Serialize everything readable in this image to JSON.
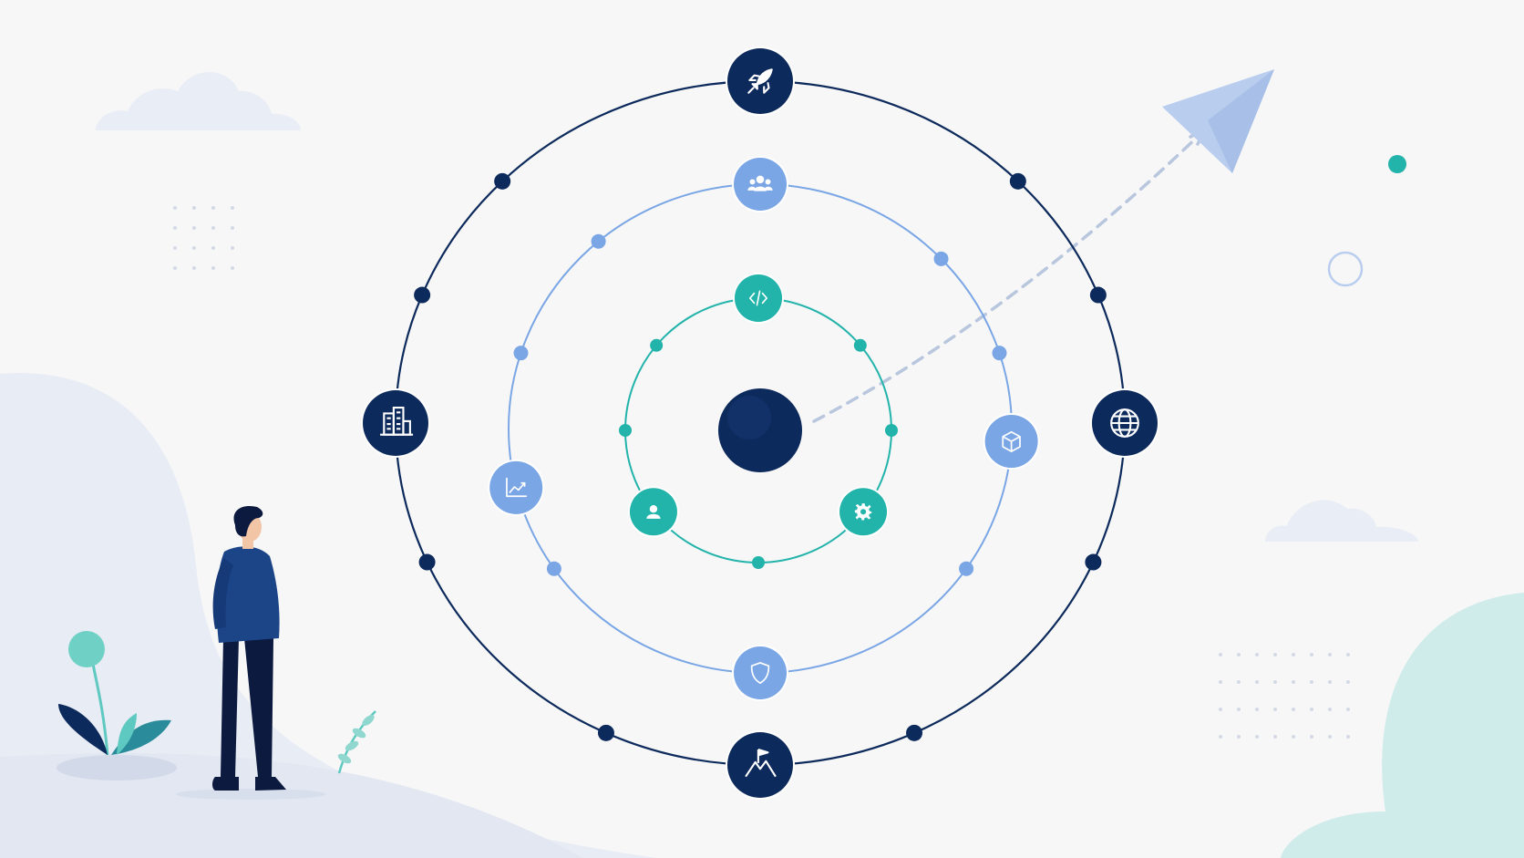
{
  "colors": {
    "background": "#f7f7f7",
    "navy": "#0d2a5c",
    "light_blue": "#7aa6e6",
    "teal": "#22b3ab",
    "hill": "#e8ecf4",
    "mint": "#cfeceb",
    "paper_plane": "#b9cdee",
    "cloud": "#e9edf5"
  },
  "diagram": {
    "center": "core-hub",
    "rings": [
      {
        "name": "outer-ring",
        "color": "#0d2a5c",
        "nodes": [
          {
            "icon": "rocket-icon",
            "angle": -90
          },
          {
            "icon": "globe-icon",
            "angle": 0
          },
          {
            "icon": "flag-on-mountain-icon",
            "angle": 90
          },
          {
            "icon": "buildings-icon",
            "angle": 180
          }
        ],
        "dot_angles": [
          -45,
          -135,
          -22,
          -158,
          24,
          156,
          65,
          115
        ]
      },
      {
        "name": "middle-ring",
        "color": "#7aa6e6",
        "nodes": [
          {
            "icon": "team-icon",
            "angle": -90
          },
          {
            "icon": "cube-icon",
            "angle": 3
          },
          {
            "icon": "shield-icon",
            "angle": 90
          },
          {
            "icon": "growth-chart-icon",
            "angle": 166
          }
        ],
        "dot_angles": [
          -44,
          -130,
          -18,
          -162,
          35,
          145
        ]
      },
      {
        "name": "inner-ring",
        "color": "#22b3ab",
        "nodes": [
          {
            "icon": "code-icon",
            "angle": -90
          },
          {
            "icon": "gear-icon",
            "angle": 38
          },
          {
            "icon": "user-icon",
            "angle": 142
          }
        ],
        "dot_angles": [
          -40,
          -140,
          0,
          180,
          90
        ]
      }
    ],
    "launch_path": {
      "from": "core-hub",
      "to": "paper-plane-icon",
      "style": "dashed"
    }
  }
}
